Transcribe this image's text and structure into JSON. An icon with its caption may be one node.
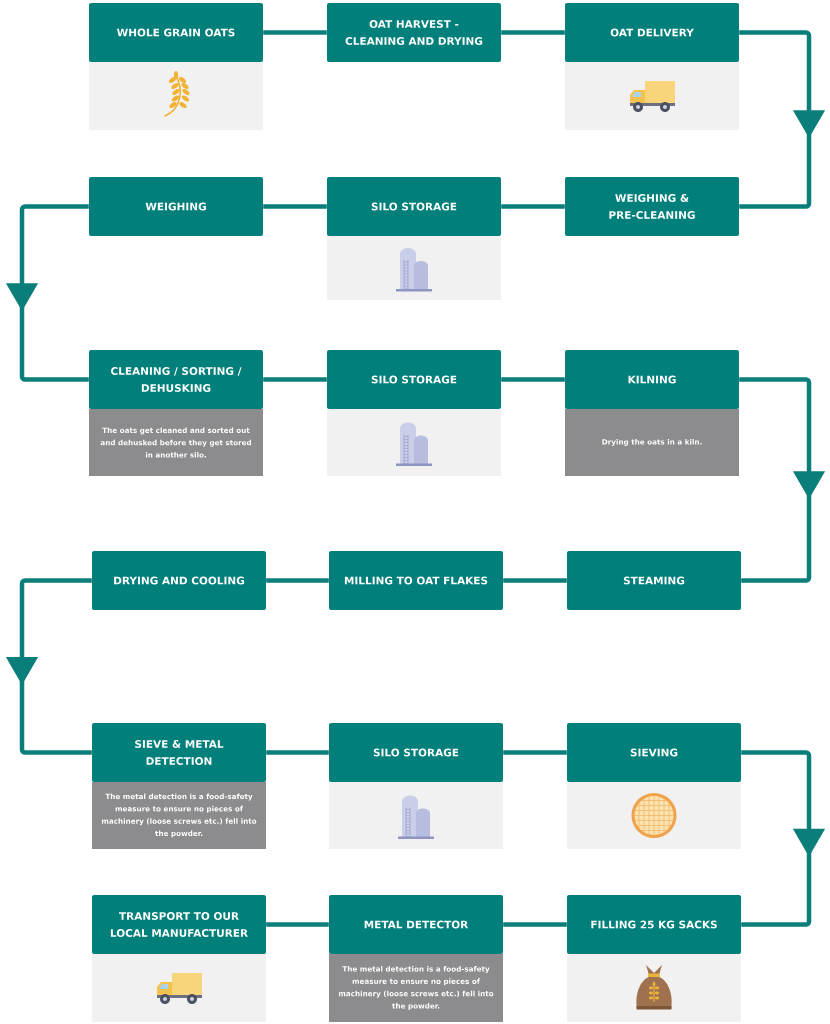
{
  "diagram": {
    "nodes": [
      {
        "text": [
          "WHOLE GRAIN OATS"
        ]
      },
      {
        "text": [
          "OAT HARVEST - CLEANING AND DRYING"
        ]
      },
      {
        "text": [
          "OAT DELIVERY"
        ]
      },
      {
        "text": [
          "WEIGHING"
        ]
      },
      {
        "text": [
          "SILO STORAGE"
        ]
      },
      {
        "text": [
          "WEIGHING & PRE-CLEANING"
        ]
      },
      {
        "text": [
          "CLEANING / SORTING / DEHUSKING",
          "The oats get cleaned and sorted out and dehusked before they get stored in another silo."
        ]
      },
      {
        "text": [
          "SILO STORAGE"
        ]
      },
      {
        "text": [
          "KILNING",
          "Drying the oats in a kiln."
        ]
      },
      {
        "text": [
          "DRYING AND COOLING"
        ]
      },
      {
        "text": [
          "MILLING TO OAT FLAKES"
        ]
      },
      {
        "text": [
          "STEAMING"
        ]
      },
      {
        "text": [
          "SIEVE & METAL DETECTION",
          "The metal detection is a food-safety measure to ensure no pieces of machinery (loose screws etc.) fell into the powder."
        ]
      },
      {
        "text": [
          "SILO STORAGE"
        ]
      },
      {
        "text": [
          "SIEVING"
        ]
      },
      {
        "text": [
          "TRANSPORT TO OUR LOCAL MANUFACTURER"
        ]
      },
      {
        "text": [
          "METAL DETECTOR",
          "The metal detection is a food-safety measure to ensure no pieces of machinery (loose screws etc.) fell into the powder."
        ]
      },
      {
        "text": [
          "FILLING 25 KG SACKS"
        ]
      }
    ],
    "edges": [
      {
        "from": 0,
        "to": 1,
        "arrow": "none"
      },
      {
        "from": 1,
        "to": 2,
        "arrow": "none"
      },
      {
        "from": 2,
        "to": 5,
        "arrow": "to"
      },
      {
        "from": 5,
        "to": 4,
        "arrow": "none"
      },
      {
        "from": 4,
        "to": 3,
        "arrow": "none"
      },
      {
        "from": 3,
        "to": 6,
        "arrow": "to"
      },
      {
        "from": 6,
        "to": 7,
        "arrow": "none"
      },
      {
        "from": 7,
        "to": 8,
        "arrow": "none"
      },
      {
        "from": 8,
        "to": 11,
        "arrow": "to"
      },
      {
        "from": 11,
        "to": 10,
        "arrow": "none"
      },
      {
        "from": 10,
        "to": 9,
        "arrow": "none"
      },
      {
        "from": 9,
        "to": 12,
        "arrow": "to"
      },
      {
        "from": 12,
        "to": 13,
        "arrow": "none"
      },
      {
        "from": 13,
        "to": 14,
        "arrow": "none"
      },
      {
        "from": 14,
        "to": 17,
        "arrow": "to"
      },
      {
        "from": 17,
        "to": 16,
        "arrow": "none"
      },
      {
        "from": 16,
        "to": 15,
        "arrow": "none"
      }
    ]
  }
}
